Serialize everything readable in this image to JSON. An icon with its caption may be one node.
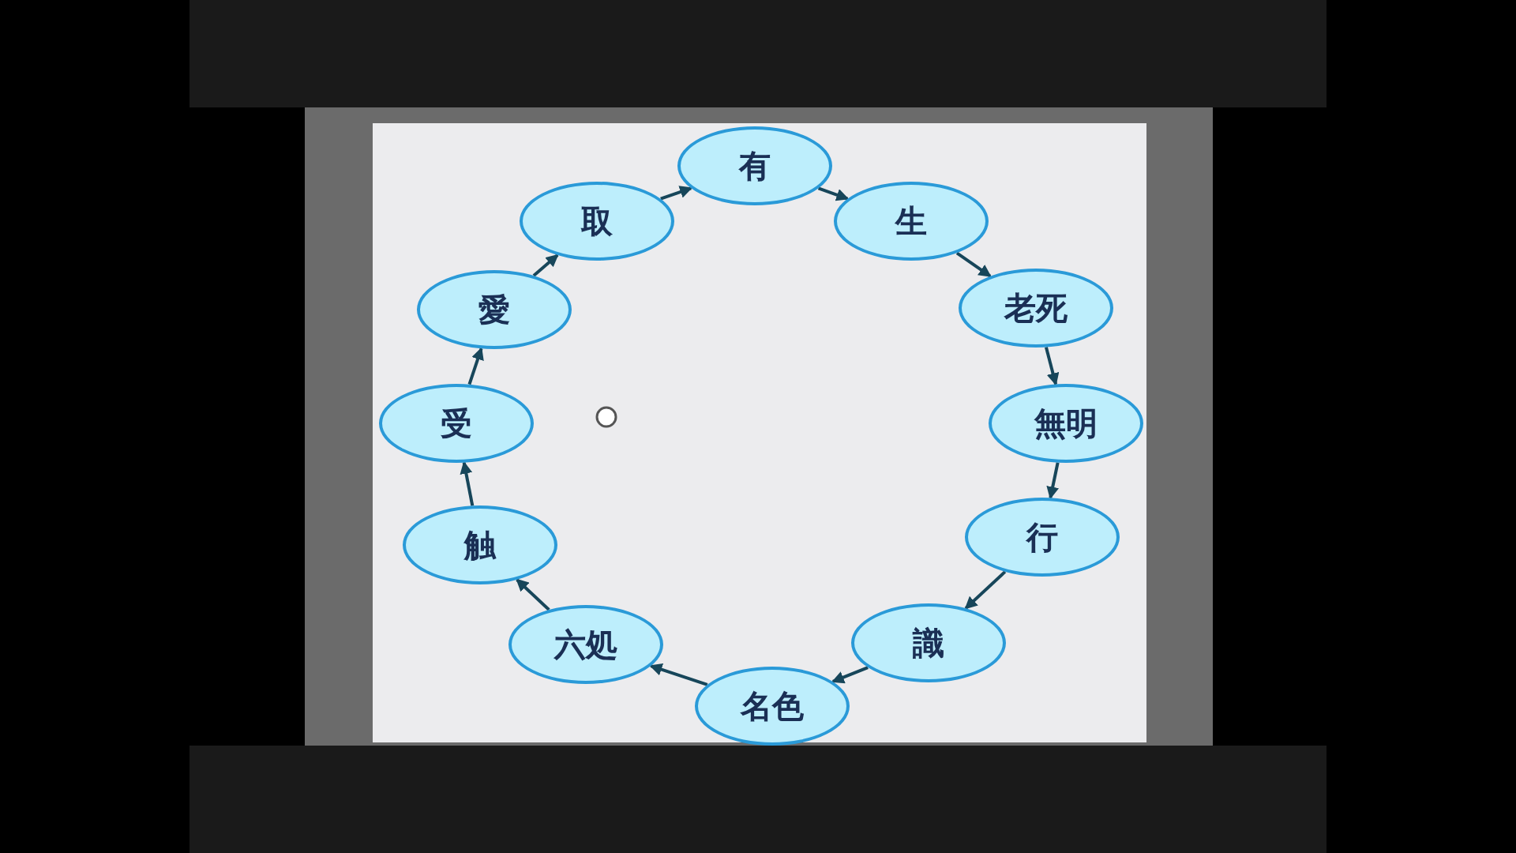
{
  "diagram": {
    "nodes": [
      {
        "text": [
          "有"
        ]
      },
      {
        "text": [
          "取"
        ]
      },
      {
        "text": [
          "生"
        ]
      },
      {
        "text": [
          "愛"
        ]
      },
      {
        "text": [
          "老死"
        ]
      },
      {
        "text": [
          "受"
        ]
      },
      {
        "text": [
          "無明"
        ]
      },
      {
        "text": [
          "触"
        ]
      },
      {
        "text": [
          "行"
        ]
      },
      {
        "text": [
          "六処"
        ]
      },
      {
        "text": [
          "識"
        ]
      },
      {
        "text": [
          "名色"
        ]
      }
    ],
    "edges": [
      {
        "from": 1,
        "to": 0,
        "arrow": "to"
      },
      {
        "from": 0,
        "to": 2,
        "arrow": "to"
      },
      {
        "from": 2,
        "to": 4,
        "arrow": "to"
      },
      {
        "from": 4,
        "to": 6,
        "arrow": "to"
      },
      {
        "from": 6,
        "to": 8,
        "arrow": "to"
      },
      {
        "from": 8,
        "to": 10,
        "arrow": "to"
      },
      {
        "from": 10,
        "to": 11,
        "arrow": "to"
      },
      {
        "from": 11,
        "to": 9,
        "arrow": "to"
      },
      {
        "from": 9,
        "to": 7,
        "arrow": "to"
      },
      {
        "from": 7,
        "to": 5,
        "arrow": "to"
      },
      {
        "from": 5,
        "to": 3,
        "arrow": "to"
      },
      {
        "from": 3,
        "to": 1,
        "arrow": "to"
      }
    ]
  }
}
